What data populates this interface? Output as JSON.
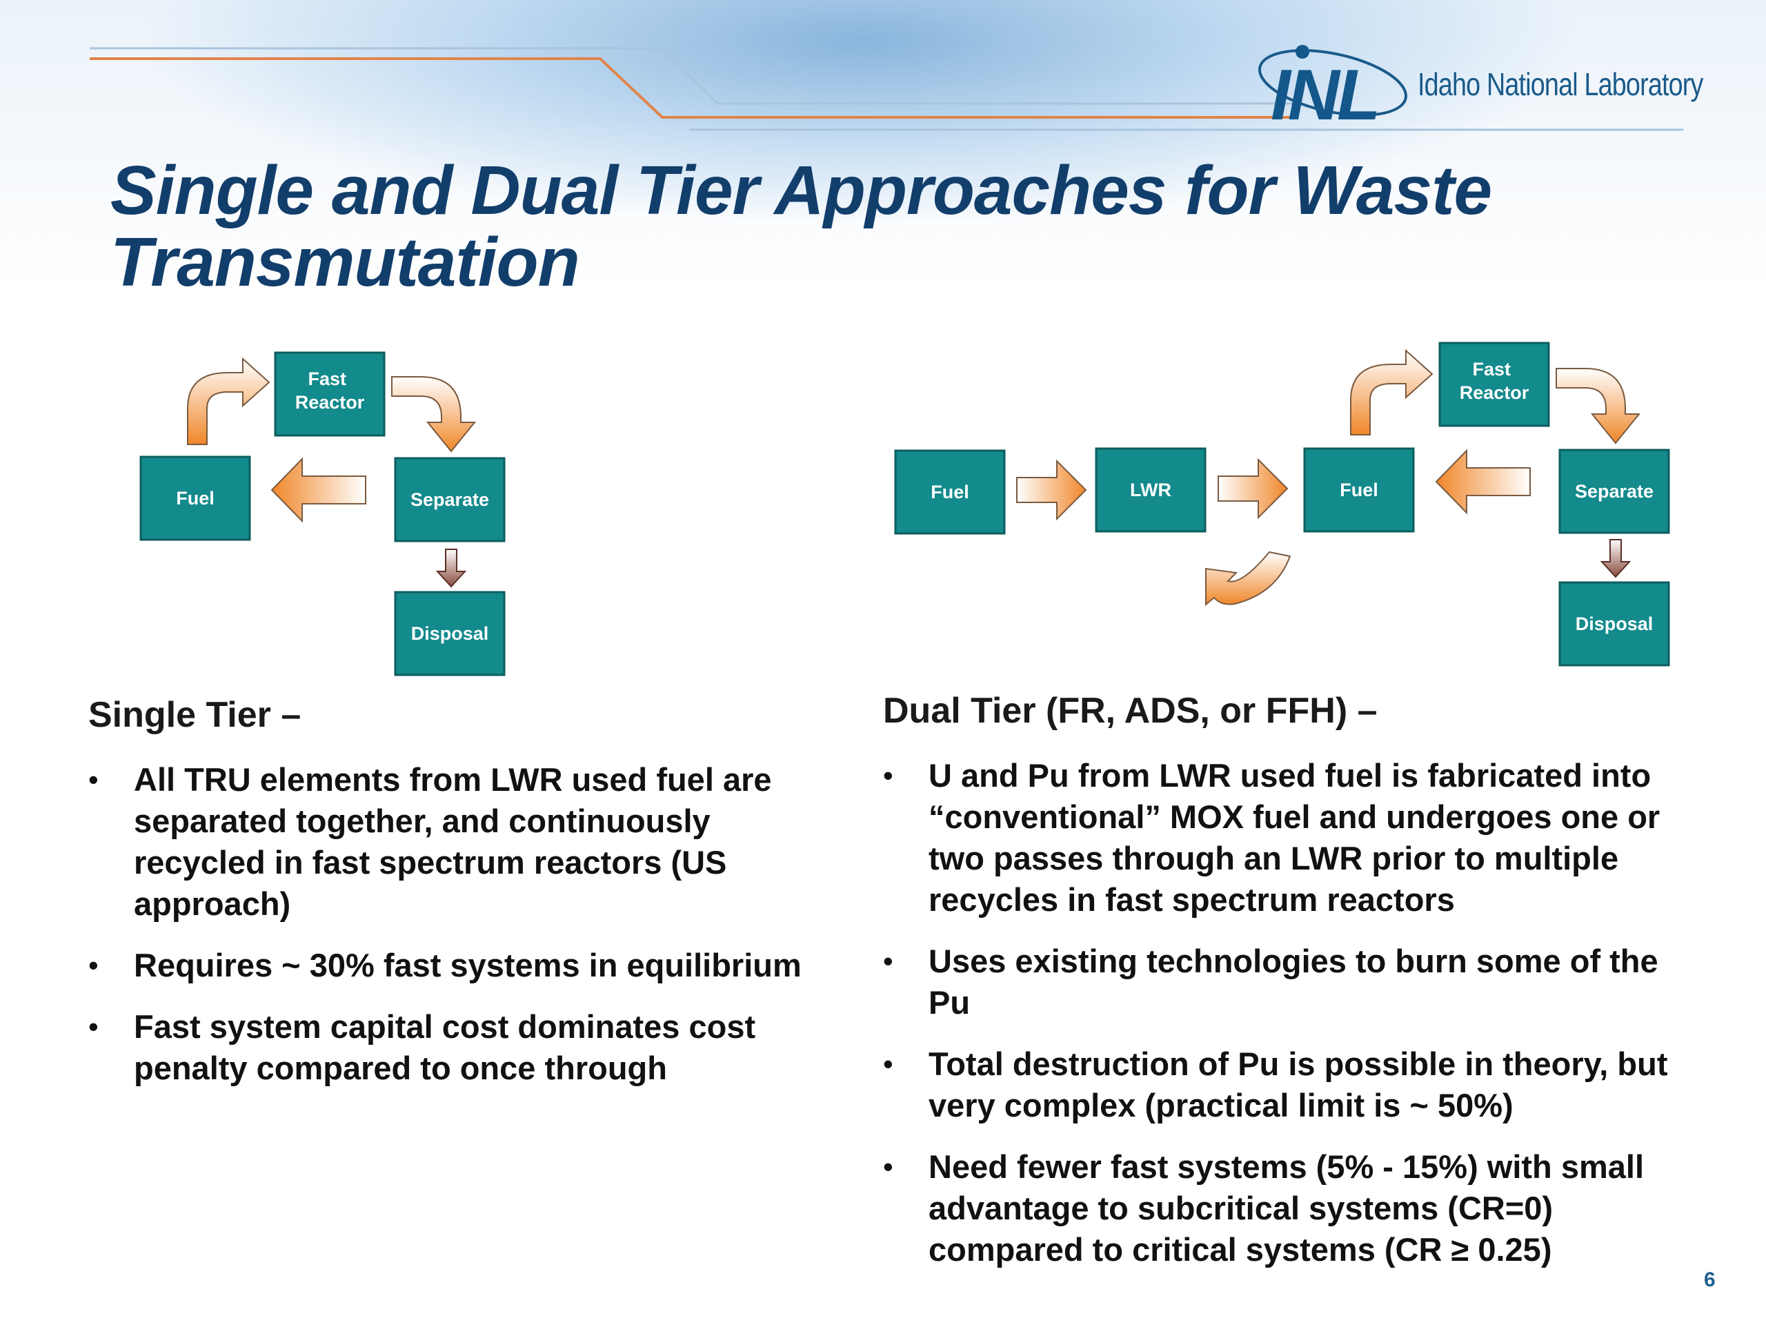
{
  "header": {
    "logo_mark": "INL",
    "logo_text": "Idaho National Laboratory",
    "title": "Single and Dual Tier Approaches for Waste Transmutation"
  },
  "diagram": {
    "single_tier": {
      "fuel": "Fuel",
      "fast_reactor": "Fast Reactor",
      "separate": "Separate",
      "disposal": "Disposal"
    },
    "dual_tier": {
      "fuel_1": "Fuel",
      "lwr": "LWR",
      "fuel_2": "Fuel",
      "fast_reactor": "Fast Reactor",
      "separate": "Separate",
      "disposal": "Disposal"
    }
  },
  "left": {
    "heading": "Single Tier –",
    "bullets": [
      "All TRU elements from LWR used fuel are separated together, and continuously recycled in fast spectrum reactors  (US approach)",
      "Requires ~ 30% fast systems in equilibrium",
      "Fast system capital cost dominates cost penalty compared to once through"
    ]
  },
  "right": {
    "heading": "Dual Tier (FR, ADS, or FFH) –",
    "bullets": [
      "U and Pu from LWR used fuel is fabricated into “conventional” MOX fuel and undergoes one or two passes through an LWR prior to multiple recycles in fast spectrum reactors",
      "Uses existing technologies to burn some of the Pu",
      "Total destruction of Pu is possible in theory, but very complex (practical limit is ~ 50%)",
      "Need fewer fast systems (5% - 15%) with small advantage to subcritical systems (CR=0) compared to critical systems (CR ≥ 0.25)"
    ]
  },
  "bullet_symbol": "•",
  "page_number": "6",
  "colors": {
    "box_fill": "#138a8c",
    "box_border": "#0d5d5e",
    "arrow_orange": "#f0872a",
    "arrow_brown": "#8a4b3e",
    "title": "#123e6b"
  }
}
